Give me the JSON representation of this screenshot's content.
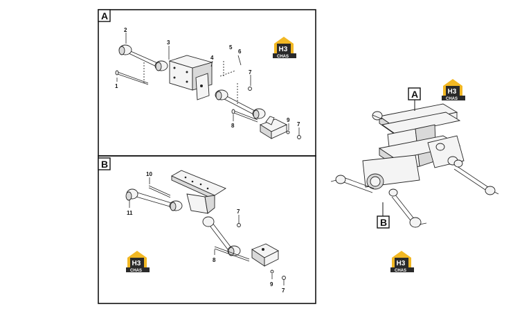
{
  "panels": {
    "a": {
      "label": "A"
    },
    "b": {
      "label": "B"
    }
  },
  "callouts": {
    "a": [
      "2",
      "3",
      "4",
      "5",
      "6",
      "7",
      "1",
      "8",
      "9",
      "7"
    ],
    "b": [
      "10",
      "11",
      "7",
      "8",
      "9",
      "7"
    ]
  },
  "assembly": {
    "label_a": "A",
    "label_b": "B"
  },
  "logo": {
    "top": "H3",
    "bottom": "CHAS"
  },
  "colors": {
    "logo_gold": "#f2b824",
    "logo_dark": "#2a2a2a",
    "frame": "#111111"
  }
}
